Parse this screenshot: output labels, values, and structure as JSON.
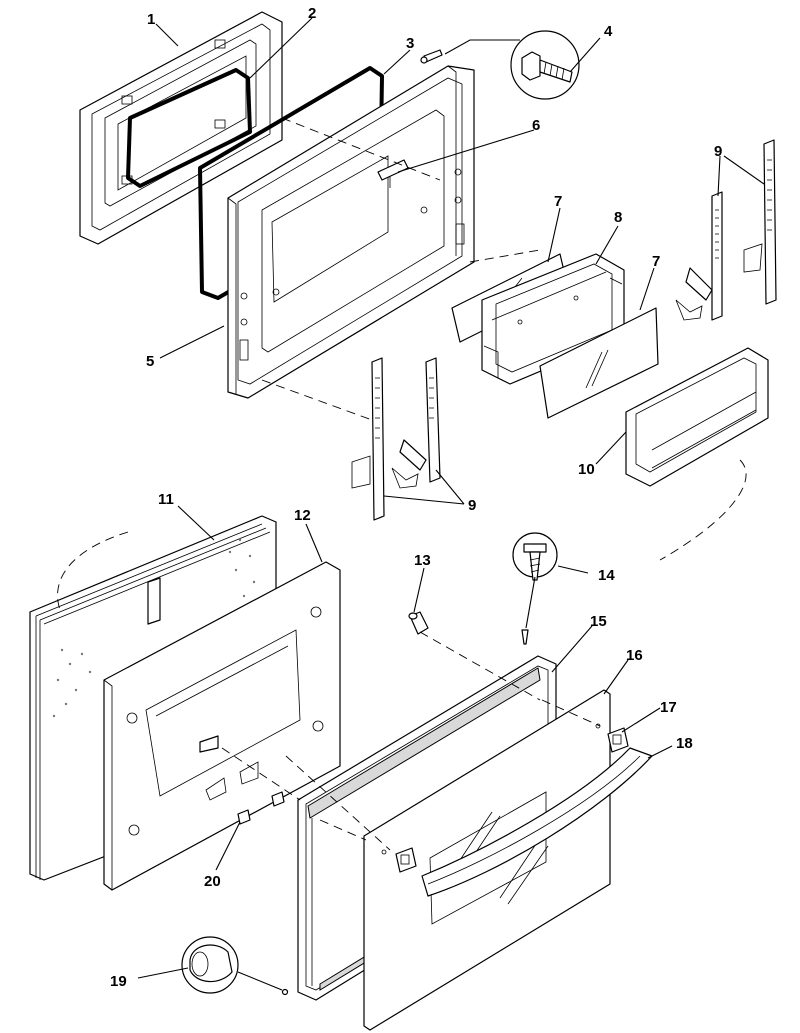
{
  "callouts": [
    {
      "id": "c1",
      "label": "1"
    },
    {
      "id": "c2",
      "label": "2"
    },
    {
      "id": "c3",
      "label": "3"
    },
    {
      "id": "c4",
      "label": "4"
    },
    {
      "id": "c5",
      "label": "5"
    },
    {
      "id": "c6",
      "label": "6"
    },
    {
      "id": "c7a",
      "label": "7"
    },
    {
      "id": "c7b",
      "label": "7"
    },
    {
      "id": "c8",
      "label": "8"
    },
    {
      "id": "c9a",
      "label": "9"
    },
    {
      "id": "c9b",
      "label": "9"
    },
    {
      "id": "c10",
      "label": "10"
    },
    {
      "id": "c11",
      "label": "11"
    },
    {
      "id": "c12",
      "label": "12"
    },
    {
      "id": "c13",
      "label": "13"
    },
    {
      "id": "c14",
      "label": "14"
    },
    {
      "id": "c15",
      "label": "15"
    },
    {
      "id": "c16",
      "label": "16"
    },
    {
      "id": "c17",
      "label": "17"
    },
    {
      "id": "c18",
      "label": "18"
    },
    {
      "id": "c19",
      "label": "19"
    },
    {
      "id": "c20",
      "label": "20"
    }
  ]
}
